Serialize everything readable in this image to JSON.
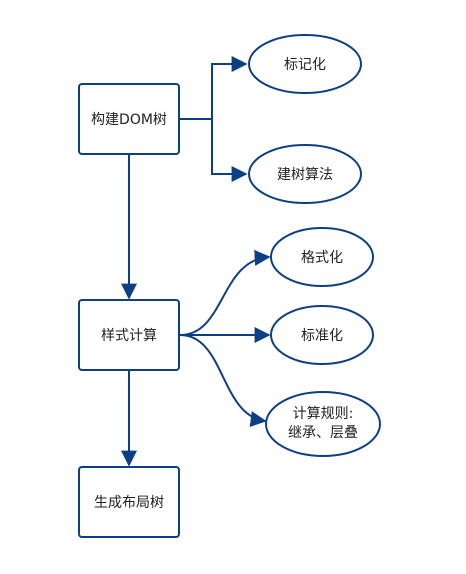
{
  "colors": {
    "stroke": "#0d3f86",
    "fill": "#ffffff",
    "text": "#222222"
  },
  "nodes": {
    "build_dom": "构建DOM树",
    "tokenize": "标记化",
    "tree_algo": "建树算法",
    "style_calc": "样式计算",
    "format": "格式化",
    "standardize": "标准化",
    "compute_rules_line1": "计算规则:",
    "compute_rules_line2": "继承、层叠",
    "layout_tree": "生成布局树"
  }
}
